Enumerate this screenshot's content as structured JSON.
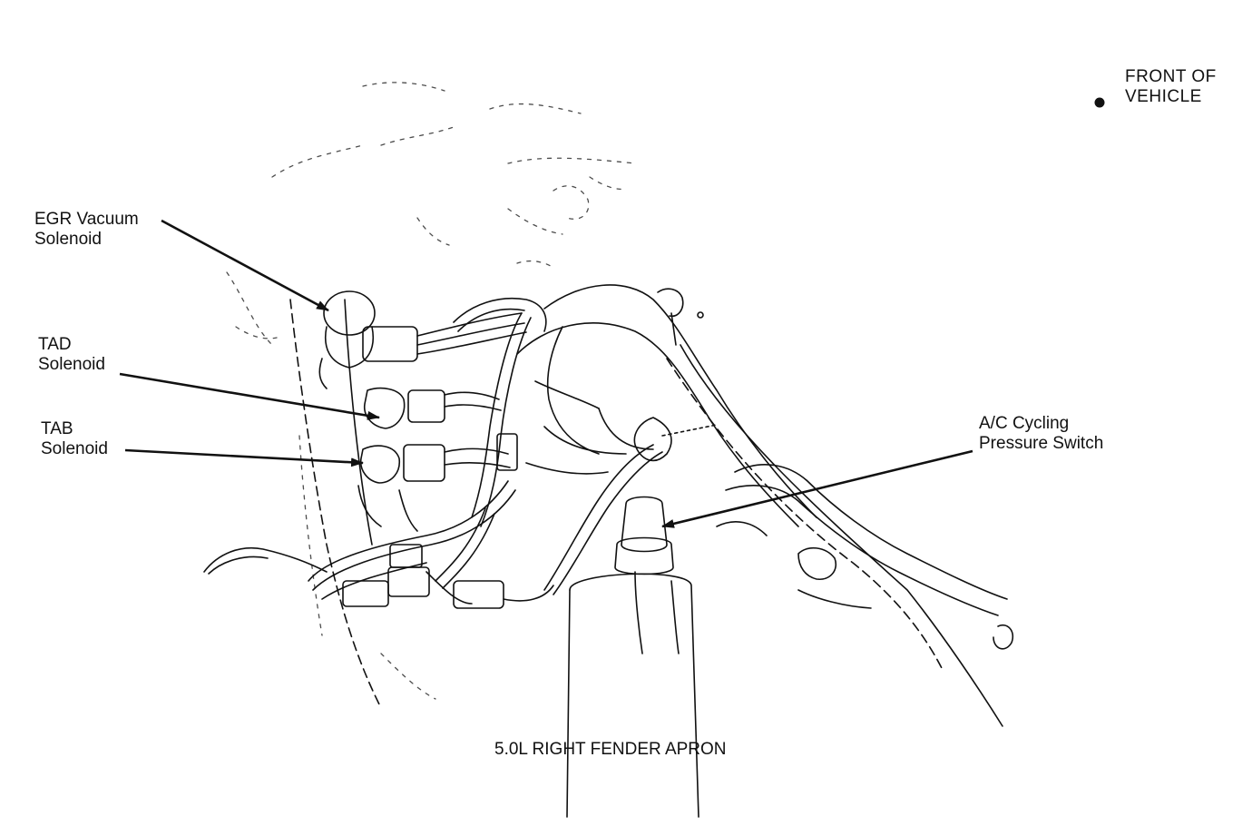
{
  "diagram": {
    "caption": "5.0L RIGHT FENDER APRON",
    "front_marker": {
      "line1": "FRONT OF",
      "line2": "VEHICLE"
    },
    "callouts": {
      "egr": {
        "line1": "EGR Vacuum",
        "line2": "Solenoid"
      },
      "tad": {
        "line1": "TAD",
        "line2": "Solenoid"
      },
      "tab": {
        "line1": "TAB",
        "line2": "Solenoid"
      },
      "ac": {
        "line1": "A/C Cycling",
        "line2": "Pressure Switch"
      }
    },
    "colors": {
      "ink": "#111111",
      "paper": "#ffffff"
    }
  }
}
